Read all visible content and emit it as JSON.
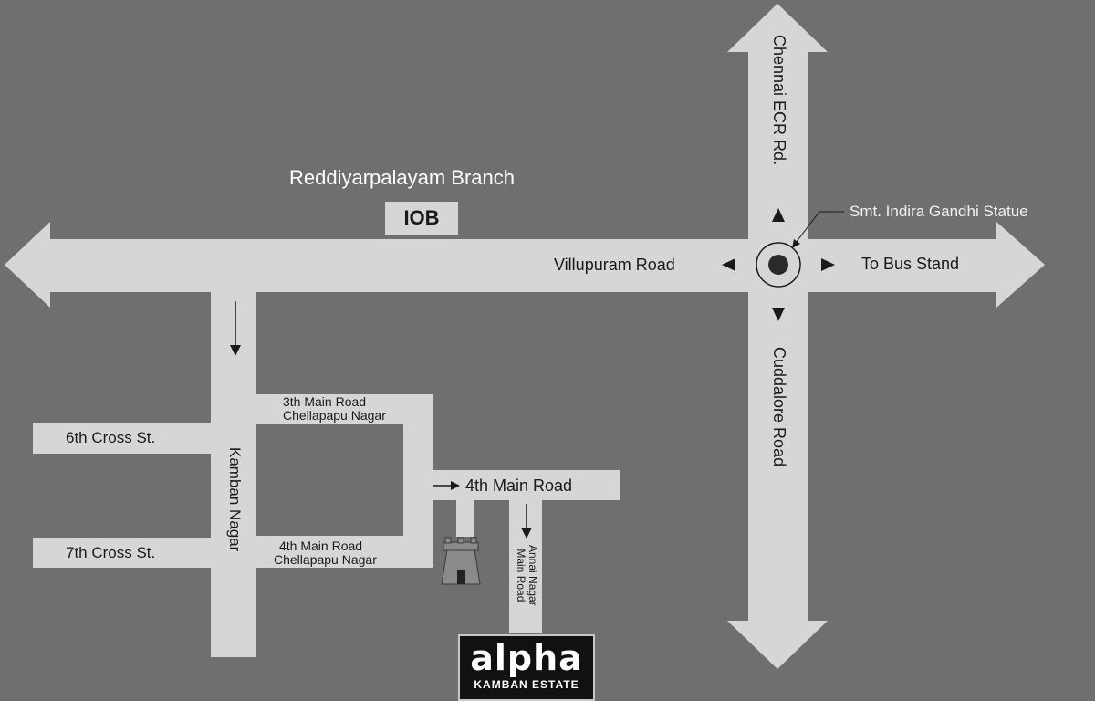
{
  "branch": {
    "name": "Reddiyarpalayam Branch",
    "bank": "IOB"
  },
  "roads": {
    "chennai_ecr": "Chennai ECR Rd.",
    "villupuram": "Villupuram Road",
    "bus_stand": "To Bus Stand",
    "cuddalore": "Cuddalore Road",
    "statue": "Smt. Indira Gandhi Statue",
    "kamban_nagar": "Kamban Nagar",
    "cross6": "6th Cross St.",
    "cross7": "7th Cross St.",
    "third_main_line1": "3th Main Road",
    "third_main_line2": "Chellapapu Nagar",
    "fourth_main_small_line1": "4th Main Road",
    "fourth_main_small_line2": "Chellapapu Nagar",
    "fourth_main": "4th Main Road",
    "annai_line1": "Annai Nagar",
    "annai_line2": "Main Road"
  },
  "logo": {
    "word": "alpha",
    "subtitle": "KAMBAN ESTATE"
  },
  "colors": {
    "background": "#6f6f6f",
    "road": "#d6d6d6",
    "text": "#1a1a1a",
    "logo_bg": "#111111"
  },
  "icons": {
    "statue": "roundabout-statue-icon",
    "landmark": "tower-icon"
  }
}
